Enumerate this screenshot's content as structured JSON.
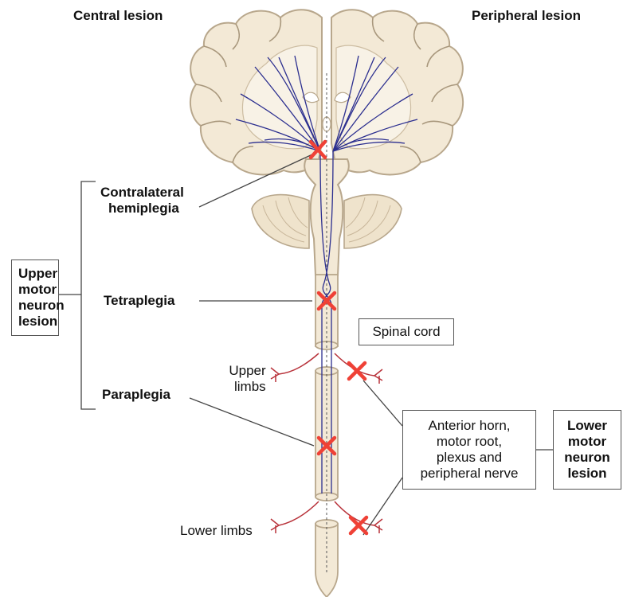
{
  "headings": {
    "left": "Central lesion",
    "right": "Peripheral lesion"
  },
  "labels": {
    "contralateral_line1": "Contralateral",
    "contralateral_line2": "hemiplegia",
    "tetraplegia": "Tetraplegia",
    "paraplegia": "Paraplegia",
    "upper_limbs_line1": "Upper",
    "upper_limbs_line2": "limbs",
    "lower_limbs": "Lower limbs"
  },
  "boxes": {
    "umn": [
      "Upper",
      "motor",
      "neuron",
      "lesion"
    ],
    "spinal_cord": "Spinal cord",
    "anterior": [
      "Anterior horn,",
      "motor root,",
      "plexus and",
      "peripheral nerve"
    ],
    "lmn": [
      "Lower",
      "motor",
      "neuron",
      "lesion"
    ]
  },
  "colors": {
    "tissue_fill": "#f3e9d6",
    "tissue_stroke": "#b8a78c",
    "motor_tract": "#2b2e8f",
    "peripheral_nerve": "#b8323a",
    "lesion_marker": "#ef4136",
    "leader_line": "#444444"
  }
}
